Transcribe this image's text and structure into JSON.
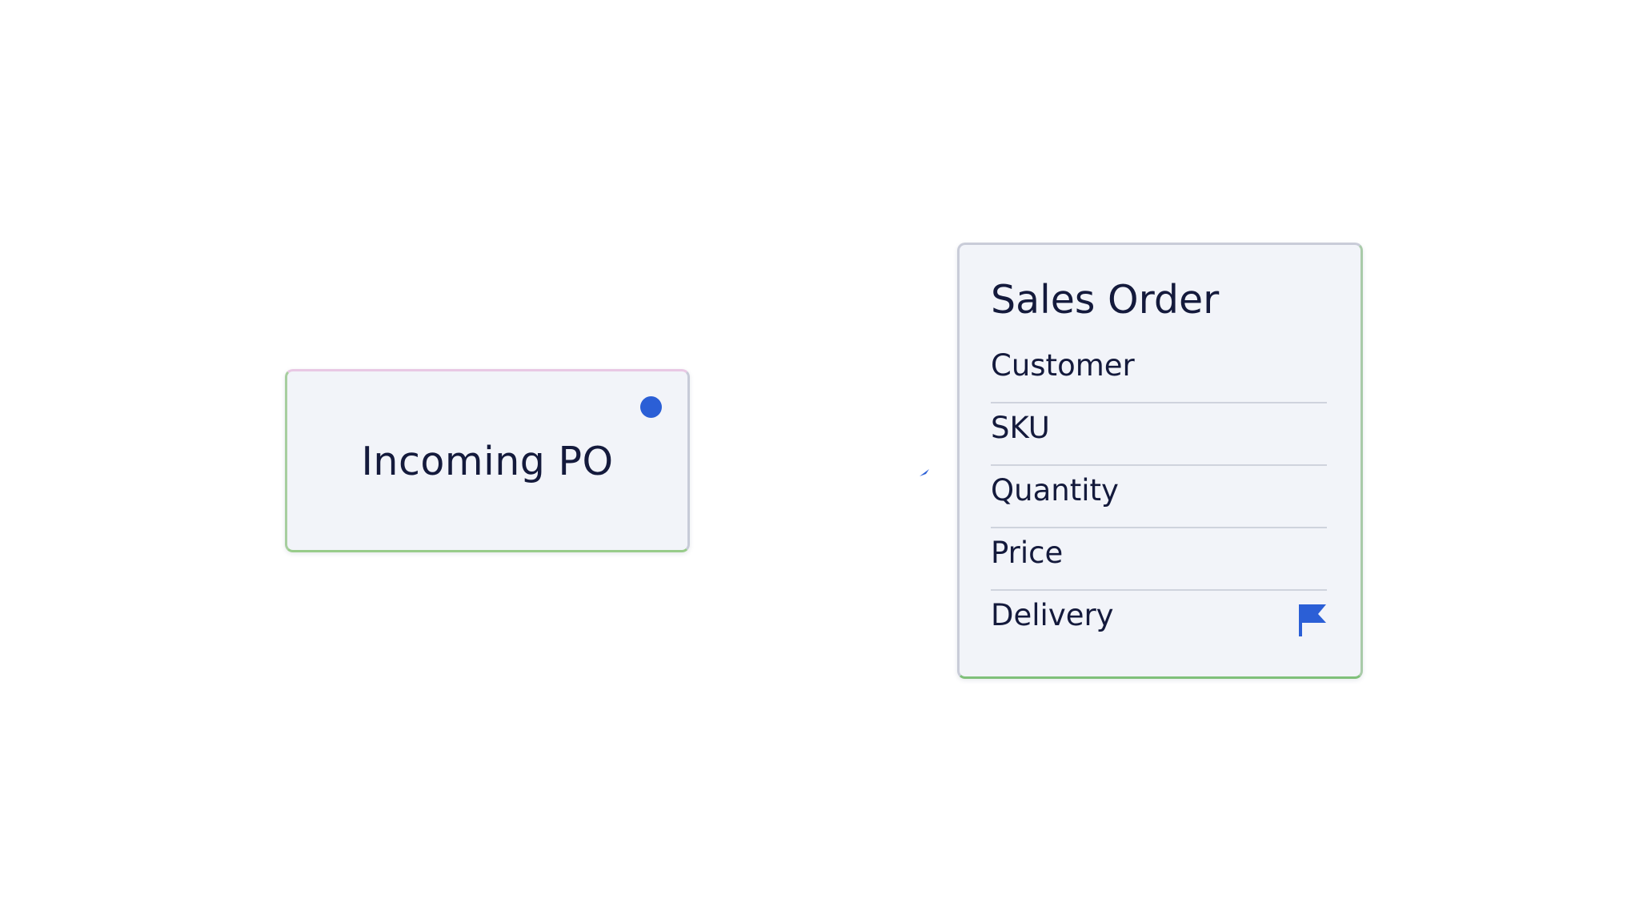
{
  "incoming_po": {
    "title": "Incoming PO",
    "status_color": "#2b5fd6"
  },
  "sales_order": {
    "title": "Sales Order",
    "fields": [
      {
        "label": "Customer"
      },
      {
        "label": "SKU"
      },
      {
        "label": "Quantity"
      },
      {
        "label": "Price"
      },
      {
        "label": "Delivery",
        "flagged": true
      }
    ],
    "flag_icon": "flag-icon",
    "flag_color": "#2b5fd6"
  },
  "connector_color": "#6fa0a8"
}
